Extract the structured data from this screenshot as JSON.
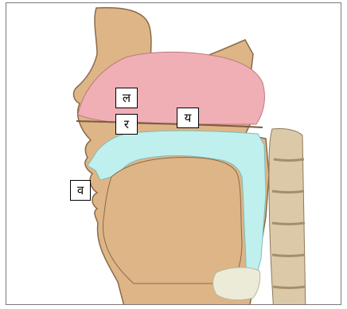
{
  "labels": {
    "la": "ल",
    "ra": "र",
    "ya": "य",
    "va": "व"
  },
  "colors": {
    "skin": "#deb587",
    "outline": "#8a6a47",
    "nasal_cavity": "#f0aeb5",
    "airway": "#bff0ee",
    "spine": "#dcc9a7",
    "spine_detail": "#a58e6a",
    "larynx": "#ecebd8"
  }
}
